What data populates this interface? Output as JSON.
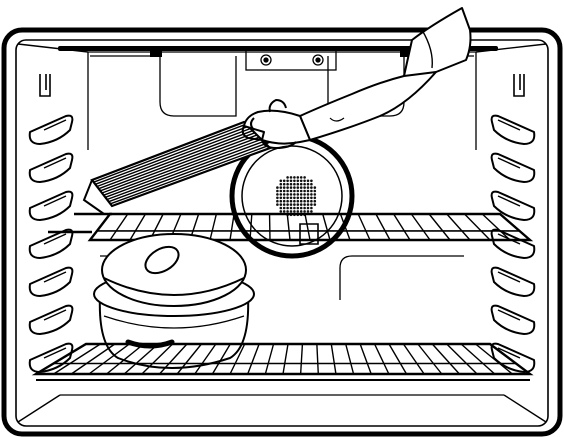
{
  "figure": {
    "subject": "oven-interior-rack-installation",
    "colors": {
      "ink": "#000000",
      "paper": "#ffffff",
      "mesh": "#111111"
    },
    "oven": {
      "rack_guides_per_side": 7,
      "racks_installed": 2,
      "rack_being_inserted": 1
    },
    "cookware": {
      "item": "covered-roasting-pan"
    },
    "icons": [
      "hand-icon",
      "fan-cover-icon",
      "rack-icon",
      "roaster-pan-icon"
    ]
  }
}
